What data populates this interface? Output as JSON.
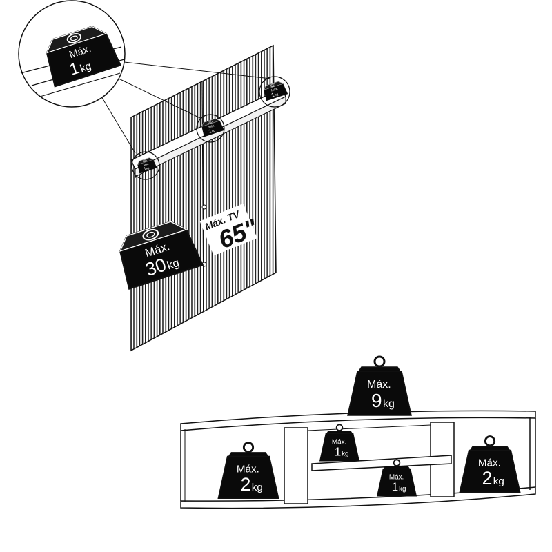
{
  "panel": {
    "tv_label": "Máx. TV",
    "tv_size": "65\""
  },
  "weights": {
    "callout": {
      "label": "Máx.",
      "value": "1",
      "unit": "kg"
    },
    "rail_left": {
      "label": "Máx.",
      "value": "1",
      "unit": "kg"
    },
    "rail_mid": {
      "label": "Máx.",
      "value": "1",
      "unit": "kg"
    },
    "rail_right": {
      "label": "Máx.",
      "value": "1",
      "unit": "kg"
    },
    "panel": {
      "label": "Máx.",
      "value": "30",
      "unit": "kg"
    },
    "top": {
      "label": "Máx.",
      "value": "9",
      "unit": "kg"
    },
    "left_compartment": {
      "label": "Máx.",
      "value": "2",
      "unit": "kg"
    },
    "shelf_upper": {
      "label": "Máx.",
      "value": "1",
      "unit": "kg"
    },
    "shelf_lower": {
      "label": "Máx.",
      "value": "1",
      "unit": "kg"
    },
    "right_compartment": {
      "label": "Máx.",
      "value": "2",
      "unit": "kg"
    }
  }
}
